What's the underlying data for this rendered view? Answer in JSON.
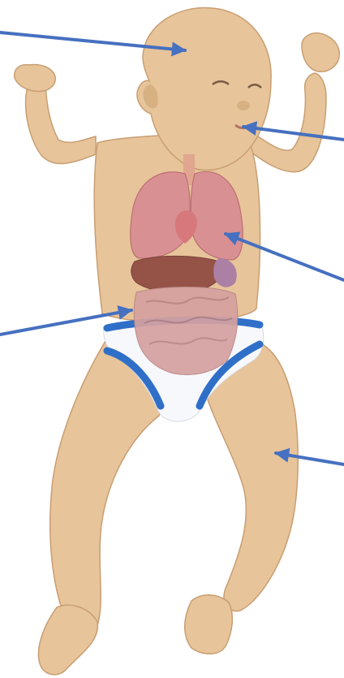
{
  "figure": {
    "subject": "infant anatomy",
    "palette": {
      "arrow": "#4670c0",
      "skin": "#e7c49a",
      "diaper_band": "#2f6fc8",
      "lungs": "#d88c92",
      "liver": "#8f4a42",
      "intestines": "#d5a1a0"
    },
    "pointers": [
      {
        "target": "head"
      },
      {
        "target": "mouth"
      },
      {
        "target": "lungs"
      },
      {
        "target": "intestines"
      },
      {
        "target": "leg"
      }
    ]
  }
}
